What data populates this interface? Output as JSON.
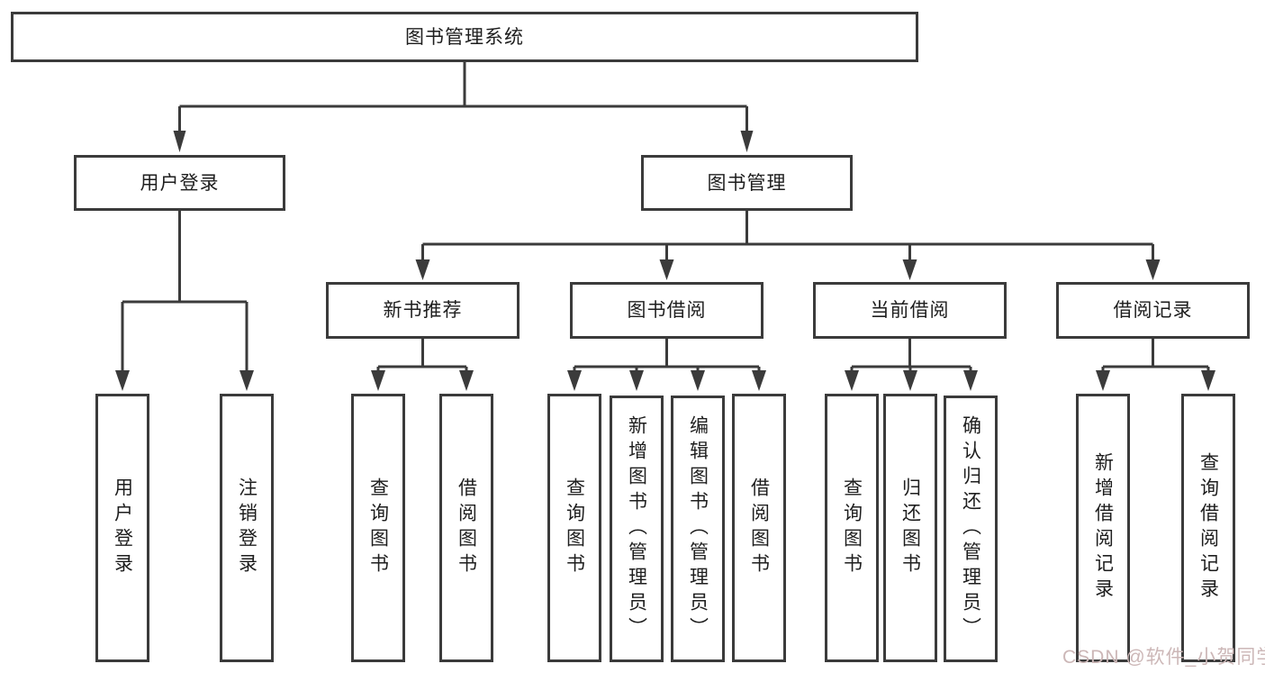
{
  "diagram": {
    "root": {
      "label": "图书管理系统"
    },
    "level2": [
      {
        "label": "用户登录"
      },
      {
        "label": "图书管理"
      }
    ],
    "level3": [
      {
        "label": "新书推荐"
      },
      {
        "label": "图书借阅"
      },
      {
        "label": "当前借阅"
      },
      {
        "label": "借阅记录"
      }
    ],
    "leaves": {
      "user_login": [
        "用户登录",
        "注销登录"
      ],
      "new_book_recommend": [
        "查询图书",
        "借阅图书"
      ],
      "book_borrow": [
        "查询图书",
        "新增图书（管理员）",
        "编辑图书（管理员）",
        "借阅图书"
      ],
      "current_borrow": [
        "查询图书",
        "归还图书",
        "确认归还（管理员）"
      ],
      "borrow_records": [
        "新增借阅记录",
        "查询借阅记录"
      ]
    }
  },
  "watermark": {
    "text": "CSDN @软件_小贺同学",
    "color": "#ccb7b7"
  },
  "colors": {
    "line": "#3b3b3b",
    "text": "#1e1e1e",
    "box_background": "#ffffff",
    "page_background": "#ffffff"
  }
}
